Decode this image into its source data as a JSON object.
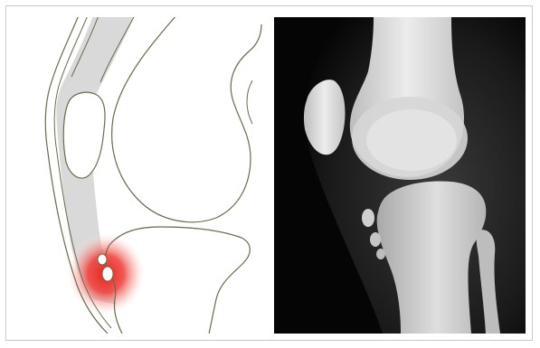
{
  "figure": {
    "left_panel": {
      "kind": "anatomical-illustration",
      "subject": "knee-sagittal"
    },
    "right_panel": {
      "kind": "xray-image",
      "subject": "knee-lateral"
    }
  },
  "colors": {
    "outline": "#6b6b4a",
    "soft_tissue_gray": "#d9d9d9",
    "highlight_red": "#e8231f",
    "xray_background": "#050505",
    "xray_bone": "#e6e6e6"
  }
}
